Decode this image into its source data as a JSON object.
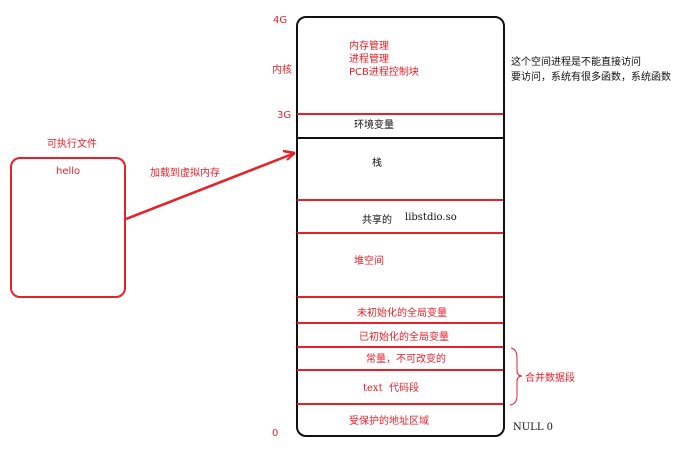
{
  "left": {
    "title": "可执行文件",
    "file": "hello",
    "arrow_label": "加载到虚拟内存"
  },
  "axis": {
    "top": "4G",
    "kernel": "内核",
    "mid": "3G",
    "bottom": "0"
  },
  "kernel": {
    "lines": [
      "内存管理",
      "进程管理",
      "PCB进程控制块"
    ]
  },
  "note": {
    "line1": "这个空间进程是不能直接访问",
    "line2": "要访问，系统有很多函数，系统函数"
  },
  "segments": {
    "env": "环境变量",
    "stack": "栈",
    "shared": "共享的",
    "shared_lib": "libstdio.so",
    "heap": "堆空间",
    "bss": "未初始化的全局变量",
    "data": "已初始化的全局变量",
    "rodata": "常量，不可改变的",
    "text_prefix": "text",
    "text": "代码段",
    "protected": "受保护的地址区域"
  },
  "brace_label": "合并数据段",
  "null_label": "NULL 0"
}
